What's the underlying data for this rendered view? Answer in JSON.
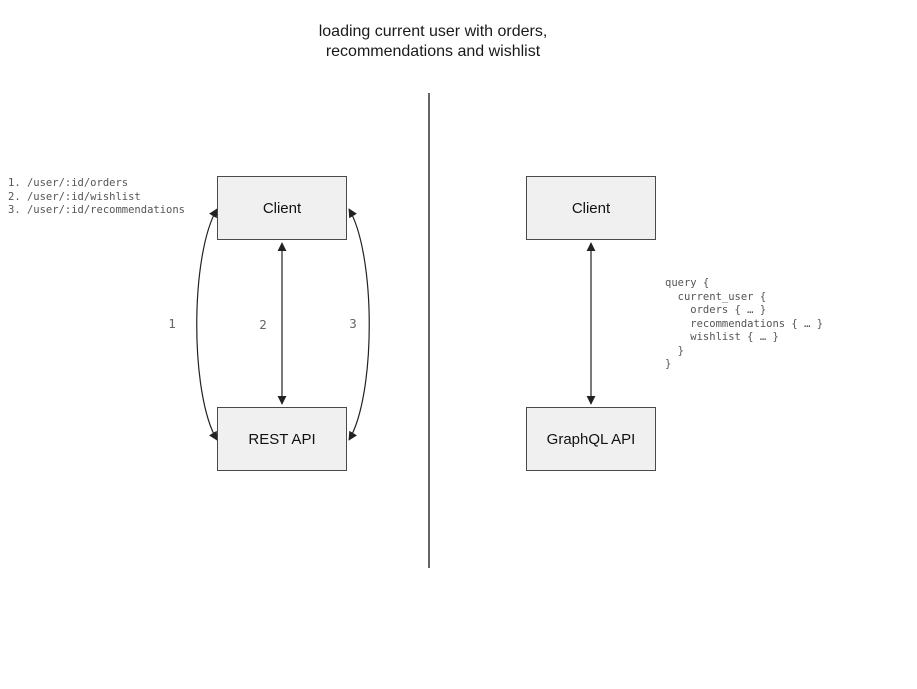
{
  "title": "loading current user with orders,\nrecommendations and wishlist",
  "rest_panel": {
    "endpoints_list": "1. /user/:id/orders\n2. /user/:id/wishlist\n3. /user/:id/recommendations",
    "client_label": "Client",
    "api_label": "REST API",
    "arrow_labels": [
      "1",
      "2",
      "3"
    ]
  },
  "graphql_panel": {
    "client_label": "Client",
    "api_label": "GraphQL API",
    "query_snippet": "query {\n  current_user {\n    orders { … }\n    recommendations { … }\n    wishlist { … }\n  }\n}"
  },
  "colors": {
    "node_fill": "#f0f0f0",
    "node_border": "#4a4a4a",
    "arrow": "#222222",
    "divider": "#555555",
    "code_text": "#555555",
    "arrow_label_text": "#666666"
  }
}
